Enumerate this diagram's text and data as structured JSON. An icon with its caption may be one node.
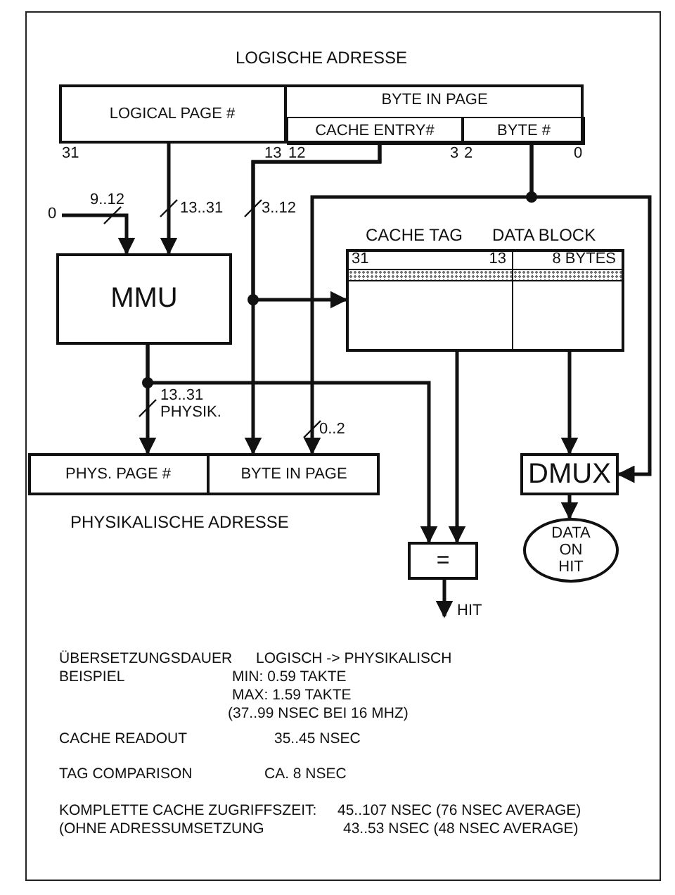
{
  "diagram": {
    "nodes": [
      {
        "text": [
          "LOGISCHE ADRESSE"
        ]
      },
      {
        "text": [
          "LOGICAL PAGE #"
        ],
        "in": 0,
        "beside": [
          "31",
          "13"
        ]
      },
      {
        "text": [
          "BYTE IN PAGE"
        ],
        "in": 0
      },
      {
        "text": [
          "CACHE ENTRY#"
        ],
        "in": 2,
        "beside": [
          "12",
          "3"
        ]
      },
      {
        "text": [
          "BYTE #"
        ],
        "in": 2,
        "beside": [
          "2",
          "0"
        ]
      },
      {
        "text": [
          "MMU"
        ]
      },
      {
        "text": [
          "CACHE TAG",
          "DATA BLOCK"
        ]
      },
      {
        "text": [
          "31",
          "13"
        ],
        "in": 6
      },
      {
        "text": [
          "8 BYTES"
        ],
        "in": 6
      },
      {
        "text": [
          "PHYSIKALISCHE ADRESSE"
        ]
      },
      {
        "text": [
          "PHYS. PAGE #"
        ],
        "in": 9
      },
      {
        "text": [
          "BYTE IN PAGE"
        ],
        "in": 9
      },
      {
        "text": [
          "="
        ]
      },
      {
        "text": [
          "DMUX"
        ]
      },
      {
        "text": [
          "DATA ON HIT"
        ]
      },
      {
        "text": [
          "0"
        ]
      }
    ],
    "edges": [
      {
        "from": 15,
        "to": 5,
        "arrow": "to",
        "label": "9..12"
      },
      {
        "from": 1,
        "to": 5,
        "arrow": "to",
        "label": "13..31"
      },
      {
        "from": 3,
        "to": 11,
        "arrow": "to",
        "label": "3..12"
      },
      {
        "from": 3,
        "to": 6,
        "arrow": "to"
      },
      {
        "from": 4,
        "to": 11,
        "arrow": "to",
        "label": "0..2"
      },
      {
        "from": 4,
        "to": 13,
        "arrow": "to"
      },
      {
        "from": 5,
        "to": 10,
        "arrow": "to",
        "label": "13..31 PHYSIK."
      },
      {
        "from": 5,
        "to": 12,
        "arrow": "to"
      },
      {
        "from": 7,
        "to": 12,
        "arrow": "to"
      },
      {
        "from": 8,
        "to": 13,
        "arrow": "to"
      },
      {
        "from": 13,
        "to": 14,
        "arrow": "to"
      },
      {
        "from": 12,
        "to": null,
        "arrow": "to",
        "label": "HIT"
      }
    ],
    "labels": [
      "ÜBERSETZUNGSDAUER",
      "LOGISCH -> PHYSIKALISCH",
      "BEISPIEL",
      "MIN: 0.59 TAKTE",
      "MAX: 1.59 TAKTE",
      "(37..99 NSEC BEI 16 MHZ)",
      "CACHE READOUT",
      "35..45 NSEC",
      "TAG COMPARISON",
      "CA. 8 NSEC",
      "KOMPLETTE CACHE ZUGRIFFSZEIT:",
      "45..107 NSEC (76 NSEC AVERAGE)",
      "(OHNE ADRESSUMSETZUNG",
      "43..53 NSEC (48 NSEC AVERAGE)"
    ]
  }
}
